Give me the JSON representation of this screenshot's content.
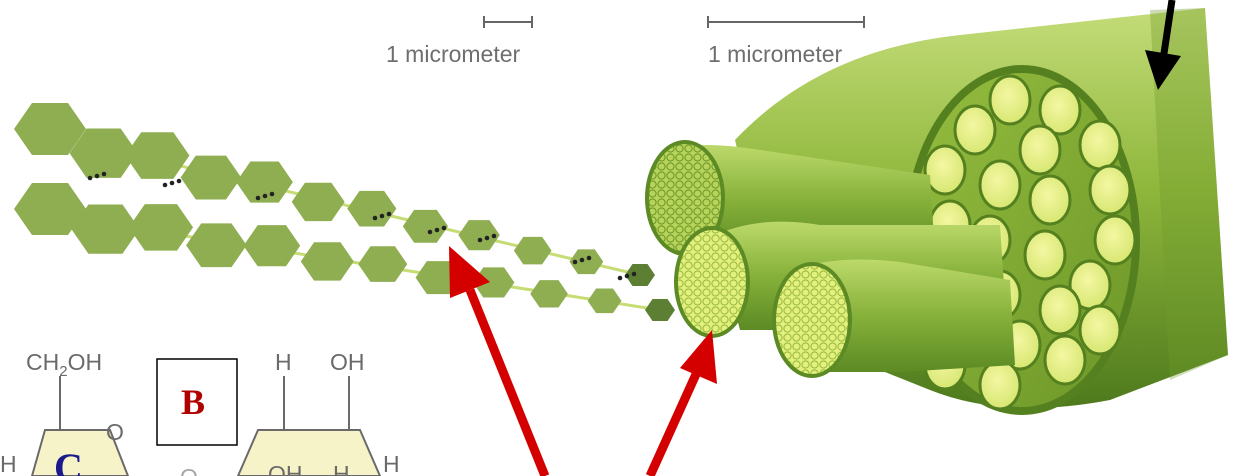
{
  "scale_bars": {
    "left_label": "1 micrometer",
    "right_label": "1 micrometer"
  },
  "labels": {
    "box_b": "B",
    "letter_c": "C"
  },
  "chemistry": {
    "left_group": "CH",
    "left_sub": "2",
    "left_tail": "OH",
    "ring_o": "O",
    "h_left": "H",
    "h_top": "H",
    "oh_top": "OH",
    "h_right": "H",
    "oh_inner": "OH",
    "h_inner": "H",
    "o_mid": "O"
  },
  "colors": {
    "fiber_dark": "#6f9a2c",
    "fiber_mid": "#95bd45",
    "fiber_light": "#d7ea6a",
    "glucose": "#8fae52",
    "arrow_red": "#d40000",
    "arrow_black": "#000000",
    "ring_fill": "#f6f3c8"
  }
}
